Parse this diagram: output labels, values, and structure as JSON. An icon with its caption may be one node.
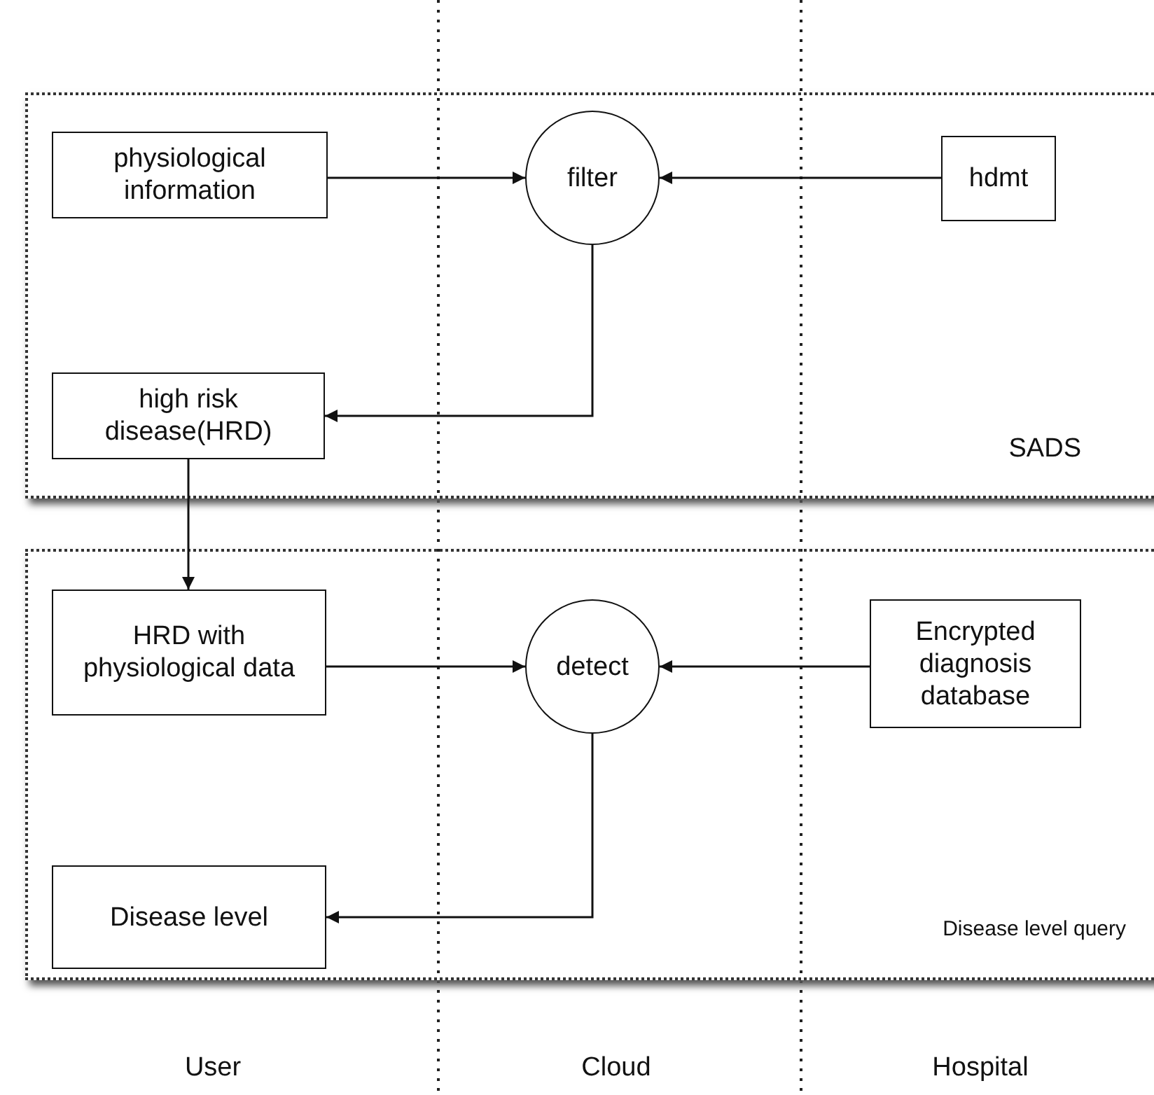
{
  "diagram": {
    "nodes": [
      {
        "text": [
          "SADS"
        ]
      },
      {
        "text": [
          "physiological information"
        ],
        "in": 0
      },
      {
        "text": [
          "filter"
        ],
        "in": 0
      },
      {
        "text": [
          "hdmt"
        ],
        "in": 0
      },
      {
        "text": [
          "high risk disease(HRD)"
        ],
        "in": 0
      },
      {
        "text": [
          "Disease level query"
        ]
      },
      {
        "text": [
          "HRD with physiological data"
        ],
        "in": 5
      },
      {
        "text": [
          "detect"
        ],
        "in": 5
      },
      {
        "text": [
          "Encrypted diagnosis database"
        ],
        "in": 5
      },
      {
        "text": [
          "Disease level"
        ],
        "in": 5
      }
    ],
    "edges": [
      {
        "from": 1,
        "to": 2,
        "arrow": "to"
      },
      {
        "from": 3,
        "to": 2,
        "arrow": "to"
      },
      {
        "from": 2,
        "to": 4,
        "arrow": "to"
      },
      {
        "from": 4,
        "to": 6,
        "arrow": "to"
      },
      {
        "from": 6,
        "to": 7,
        "arrow": "to"
      },
      {
        "from": 8,
        "to": 7,
        "arrow": "to"
      },
      {
        "from": 7,
        "to": 9,
        "arrow": "to"
      }
    ],
    "labels": [
      "User",
      "Cloud",
      "Hospital"
    ]
  }
}
